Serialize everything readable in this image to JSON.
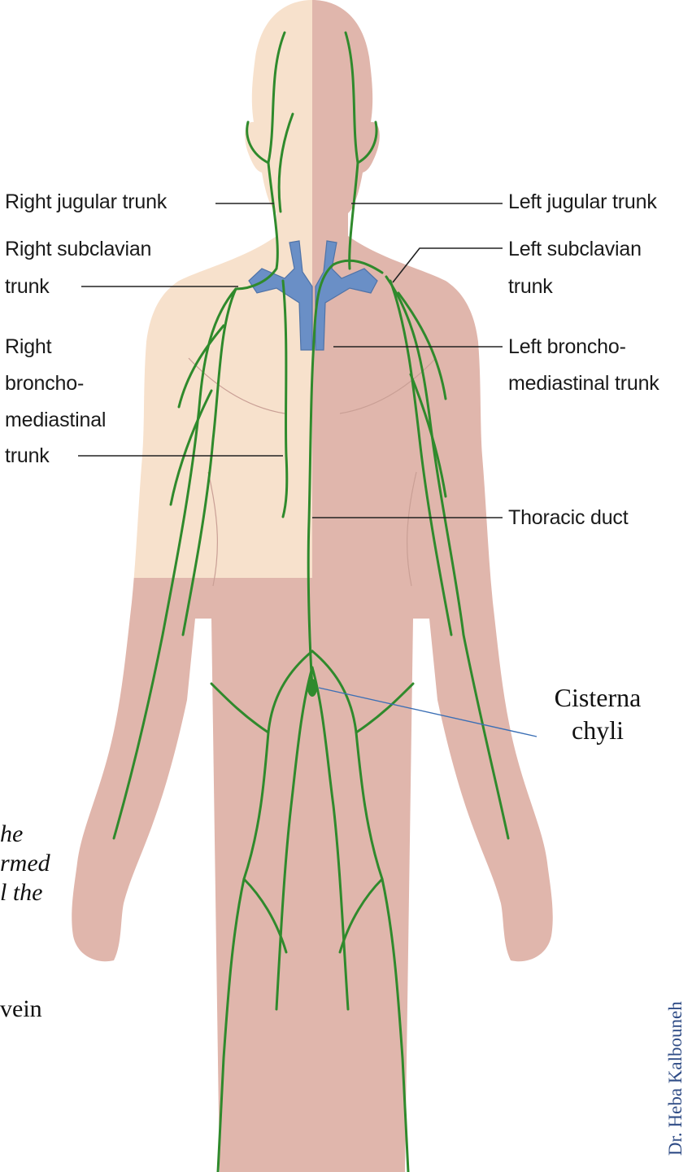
{
  "labels": {
    "right_jugular_trunk": "Right jugular trunk",
    "right_subclavian_trunk": [
      "Right subclavian",
      "trunk"
    ],
    "right_bronchomediastinal_trunk": [
      "Right",
      "broncho-",
      "mediastinal",
      "trunk"
    ],
    "left_jugular_trunk": "Left jugular trunk",
    "left_subclavian_trunk": [
      "Left subclavian",
      "trunk"
    ],
    "left_bronchomediastinal_trunk": [
      "Left broncho-",
      "mediastinal trunk"
    ],
    "thoracic_duct": "Thoracic duct",
    "cisterna_chyli": [
      "Cisterna",
      "chyli"
    ]
  },
  "overlay_text": {
    "fragment_lines": [
      "he",
      "rmed",
      "l the",
      "vein"
    ]
  },
  "credit": "Dr. Heba Kalbouneh",
  "colors": {
    "skin_light": "#f7e1cc",
    "skin_dark": "#e0b6ac",
    "lymph_vessel": "#2f8a2c",
    "vein": "#6a8fc6",
    "leader_line": "#222222",
    "cisterna_leader": "#3b6fb5",
    "credit_text": "#2f4c86"
  }
}
